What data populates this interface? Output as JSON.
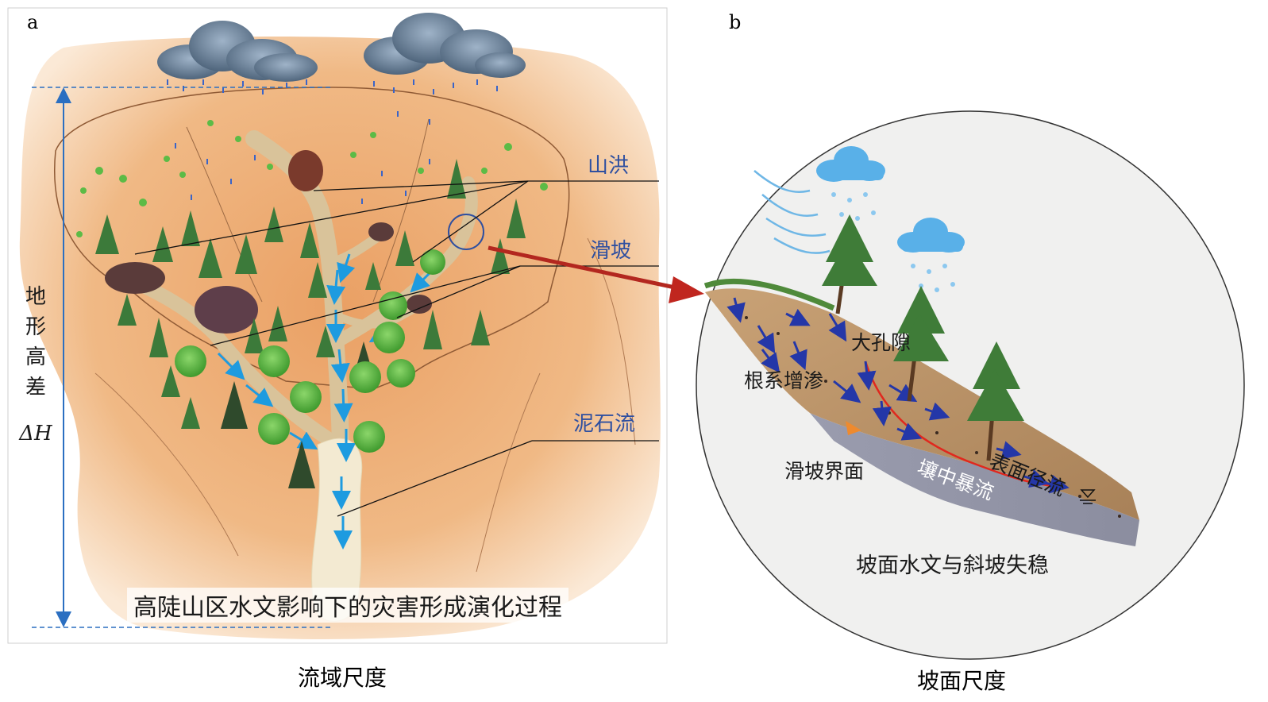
{
  "panel_a": {
    "letter": "a",
    "title": "高陡山区水文影响下的灾害形成演化过程",
    "caption": "流域尺度",
    "labels": {
      "flash_flood": "山洪",
      "landslide": "滑坡",
      "debris_flow": "泥石流"
    },
    "elevation_label": [
      "地",
      "形",
      "高",
      "差"
    ],
    "delta_h": "ΔH"
  },
  "panel_b": {
    "letter": "b",
    "title": "坡面水文与斜坡失稳",
    "caption": "坡面尺度",
    "labels": {
      "macropore": "大孔隙",
      "root_infiltration": "根系增渗",
      "surface_runoff": "表面径流",
      "slide_surface": "滑坡界面",
      "subsurface_stormflow": "壤中暴流"
    }
  },
  "colors": {
    "terrain": "#e9a66a",
    "channel": "#d9c39a",
    "label_blue": "#2e4fa0",
    "arrow_blue": "#1d9be0",
    "red_arrow": "#c0261f"
  }
}
